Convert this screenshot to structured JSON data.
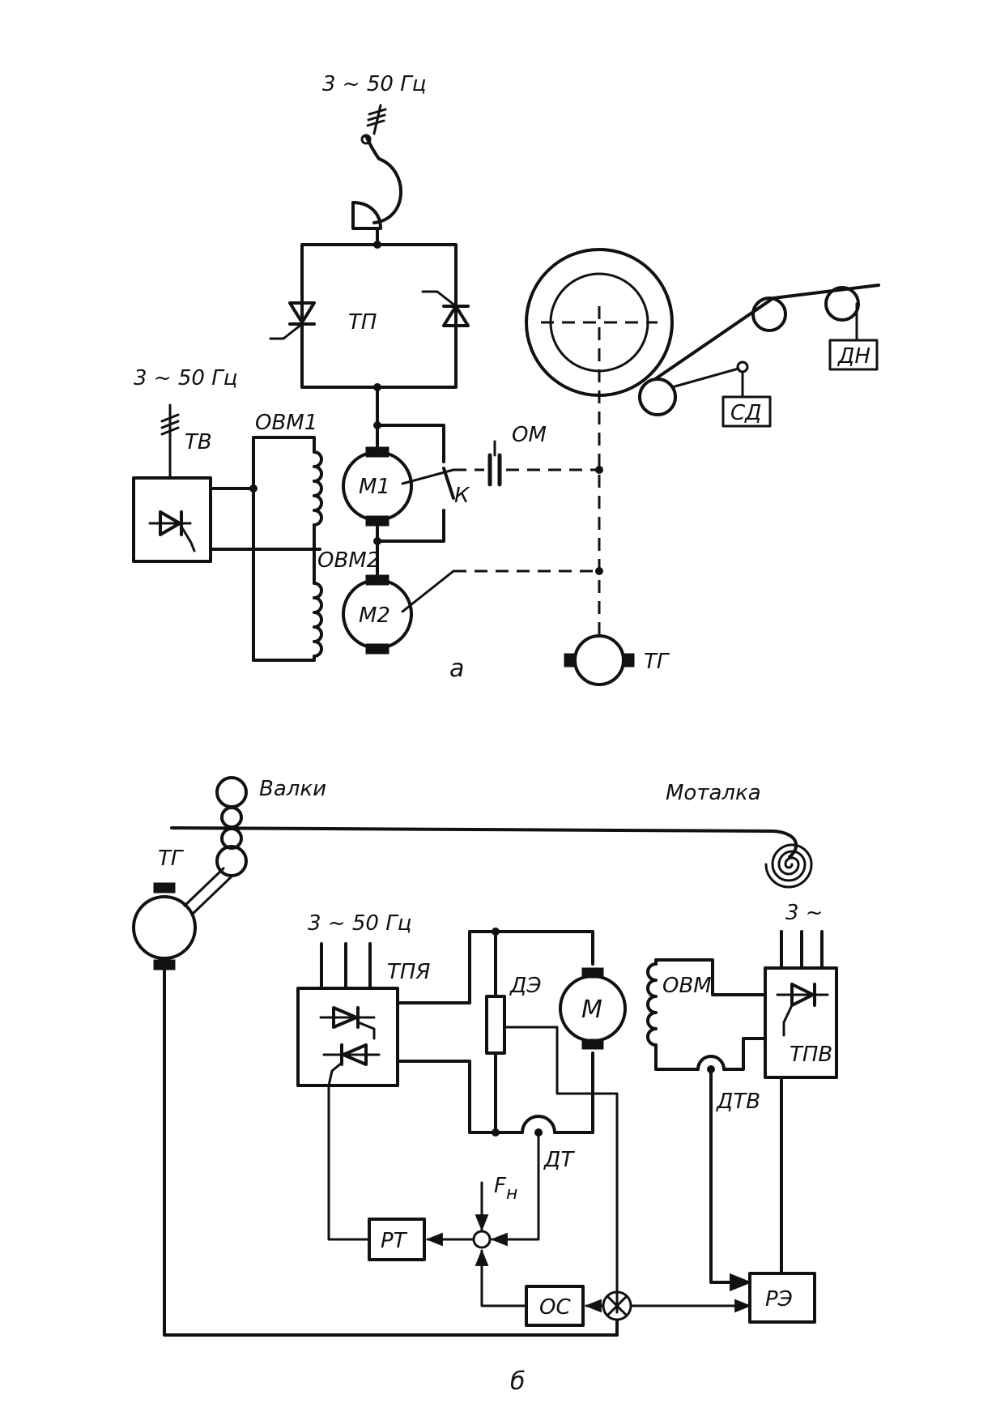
{
  "diagram_a": {
    "supply_top": "3 ~ 50 Гц",
    "supply_left": "3 ~ 50 Гц",
    "converter": "ТП",
    "exciter": "ТВ",
    "field_winding_1": "ОВМ1",
    "field_winding_2": "ОВМ2",
    "motor_1": "М1",
    "motor_2": "М2",
    "coupling": "ОМ",
    "contactor": "К",
    "tension_sensor": "ДН",
    "speed_sensor": "СД",
    "tachogenerator": "ТГ",
    "caption": "а"
  },
  "diagram_b": {
    "rolls": "Валки",
    "coiler": "Моталка",
    "tachogenerator": "ТГ",
    "supply_armature": "3 ~ 50 Гц",
    "supply_field": "3 ~",
    "armature_converter": "ТПЯ",
    "field_converter": "ТПВ",
    "emf_sensor": "ДЭ",
    "motor": "М",
    "field_winding": "ОВМ",
    "current_sensor": "ДТ",
    "field_current_sensor": "ДТВ",
    "force_ref": "F",
    "force_ref_sub": "н",
    "current_regulator": "РТ",
    "feedback_block": "ОС",
    "emf_regulator": "РЭ",
    "caption": "б"
  }
}
